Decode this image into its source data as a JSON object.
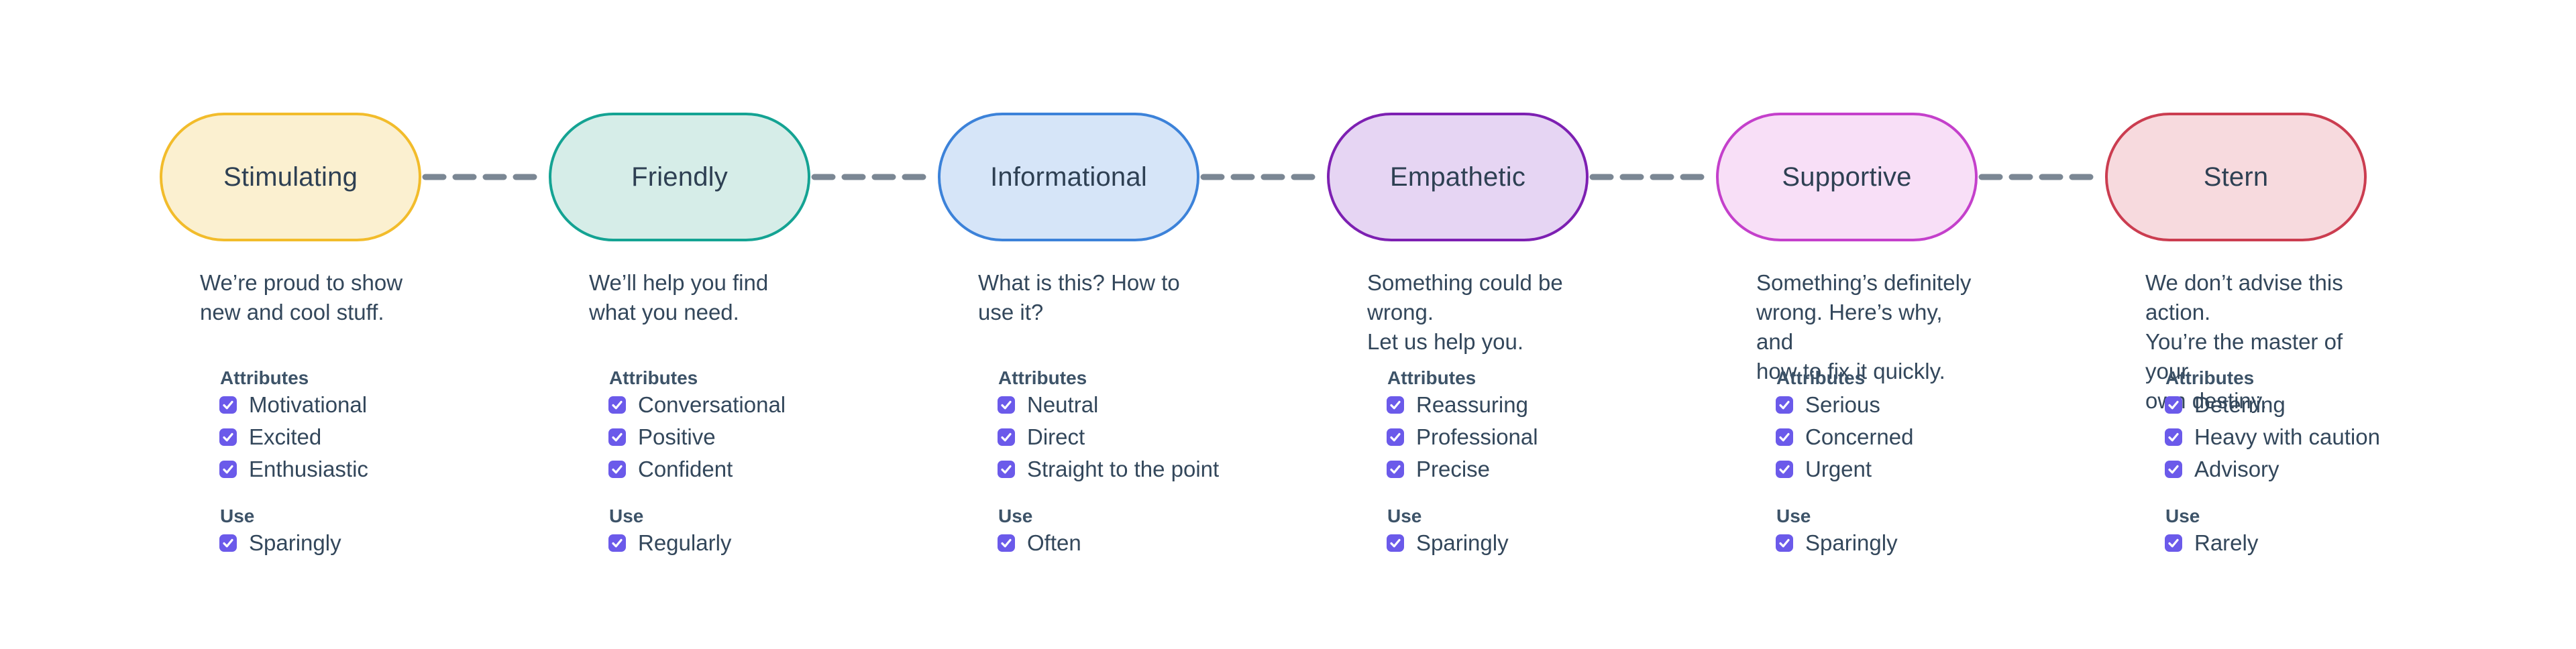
{
  "theme": {
    "background": "#FFFFFF",
    "text": "#33475B",
    "checkbox": "#6B5AEA",
    "connector": "#7B8794"
  },
  "labels": {
    "attributes_header": "Attributes",
    "use_header": "Use"
  },
  "tones": [
    {
      "name": "Stimulating",
      "description": "We’re proud to show\nnew and cool stuff.",
      "attributes": [
        "Motivational",
        "Excited",
        "Enthusiastic"
      ],
      "use": "Sparingly",
      "colors": {
        "border": "#F2BC2B",
        "fill": "#FBF0D0"
      }
    },
    {
      "name": "Friendly",
      "description": "We’ll help you find\nwhat you need.",
      "attributes": [
        "Conversational",
        "Positive",
        "Confident"
      ],
      "use": "Regularly",
      "colors": {
        "border": "#14A393",
        "fill": "#D6EDE8"
      }
    },
    {
      "name": "Informational",
      "description": "What is this? How to\nuse it?",
      "attributes": [
        "Neutral",
        "Direct",
        "Straight to the point"
      ],
      "use": "Often",
      "colors": {
        "border": "#3C82D9",
        "fill": "#D6E5F8"
      }
    },
    {
      "name": "Empathetic",
      "description": "Something could be wrong.\nLet us help you.",
      "attributes": [
        "Reassuring",
        "Professional",
        "Precise"
      ],
      "use": "Sparingly",
      "colors": {
        "border": "#7D20B2",
        "fill": "#E6D5F3"
      }
    },
    {
      "name": "Supportive",
      "description": "Something’s definitely\nwrong. Here’s why, and\nhow to fix it quickly.",
      "attributes": [
        "Serious",
        "Concerned",
        "Urgent"
      ],
      "use": "Sparingly",
      "colors": {
        "border": "#C440CB",
        "fill": "#F8DFF7"
      }
    },
    {
      "name": "Stern",
      "description": "We don’t advise this action.\nYou’re the master of your\nown destiny.",
      "attributes": [
        "Deterring",
        "Heavy with caution",
        "Advisory"
      ],
      "use": "Rarely",
      "colors": {
        "border": "#CB3D50",
        "fill": "#F7DADE"
      }
    }
  ]
}
